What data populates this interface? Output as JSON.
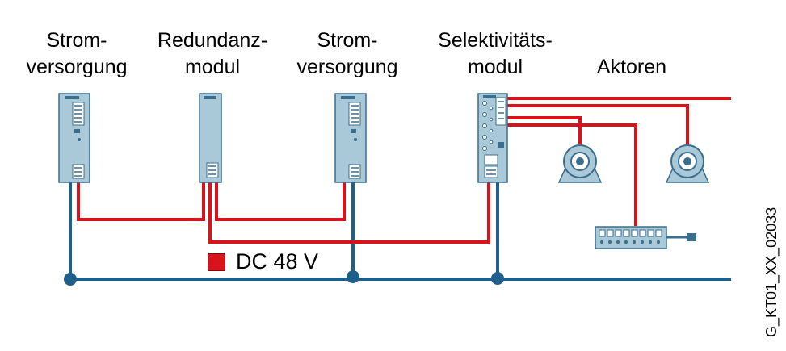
{
  "labels": {
    "psu1": {
      "line1": "Strom-",
      "line2": "versorgung"
    },
    "redundancy": {
      "line1": "Redundanz-",
      "line2": "modul"
    },
    "psu2": {
      "line1": "Strom-",
      "line2": "versorgung"
    },
    "selectivity": {
      "line1": "Selektivitäts-",
      "line2": "modul"
    },
    "actuators": "Aktoren"
  },
  "legend": {
    "text": "DC 48 V",
    "color": "#d7141b"
  },
  "document_id": "G_KT01_XX_02033",
  "colors": {
    "dc_wire": "#d7141b",
    "ground_bus": "#1f5f8b",
    "device_body": "#a9c8d8",
    "device_outline": "#3b6e8c"
  }
}
